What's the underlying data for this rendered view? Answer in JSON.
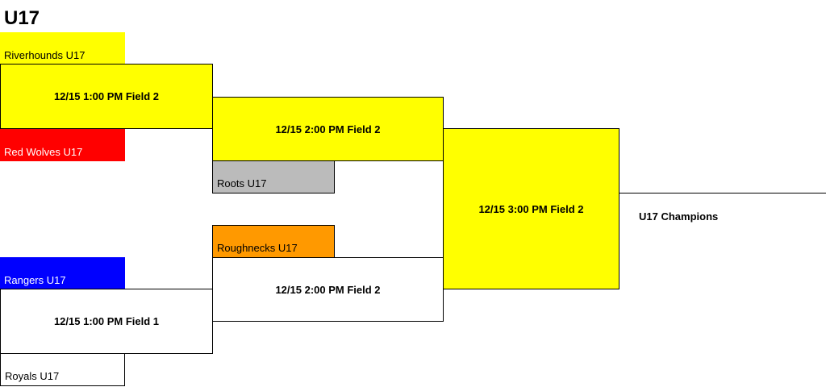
{
  "bracket": {
    "title": "U17",
    "colors": {
      "yellow": "#ffff00",
      "red": "#ff0000",
      "blue": "#0000ff",
      "gray": "#bbbbbb",
      "orange": "#ff9900",
      "white": "#ffffff"
    },
    "teams": {
      "riverhounds": "Riverhounds U17",
      "red_wolves": "Red Wolves U17",
      "roots": "Roots U17",
      "roughnecks": "Roughnecks U17",
      "rangers": "Rangers U17",
      "royals": "Royals U17"
    },
    "matches": {
      "r1_top": "12/15 1:00 PM Field 2",
      "r1_bottom": "12/15 1:00 PM Field 1",
      "r2_top": "12/15 2:00 PM Field 2",
      "r2_bottom": "12/15 2:00 PM Field 2",
      "final": "12/15 3:00 PM Field 2"
    },
    "champions_label": "U17 Champions"
  }
}
